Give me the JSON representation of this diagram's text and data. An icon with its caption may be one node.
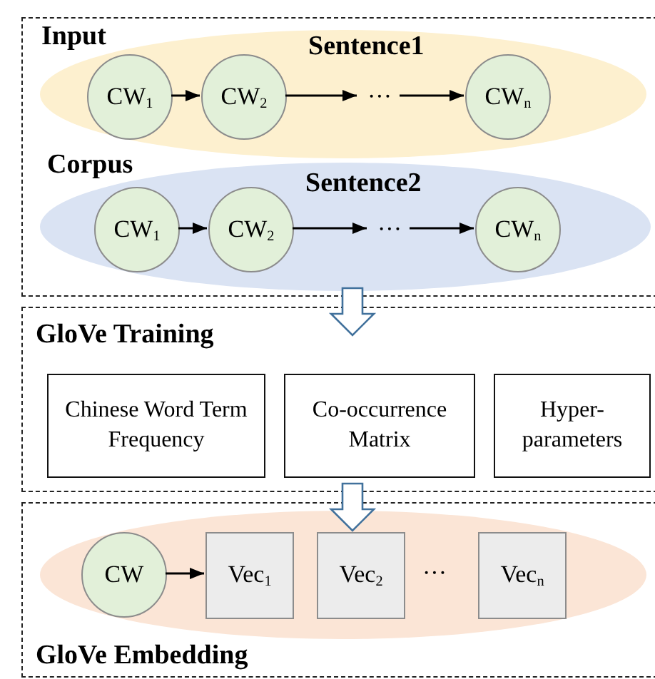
{
  "diagram": {
    "nodes": [
      {
        "text": [],
        "shape": "box"
      },
      {
        "text": [
          "Input",
          "Sentence1"
        ],
        "in": 0
      },
      {
        "text": [
          "CW$_{1}$"
        ],
        "in": 1
      },
      {
        "text": [
          "CW$_{2}$"
        ],
        "in": 1
      },
      {
        "text": [
          "···"
        ],
        "in": 1
      },
      {
        "text": [
          "CW$_{n}$"
        ],
        "in": 1
      },
      {
        "text": [
          "Corpus",
          "Sentence2"
        ],
        "in": 0
      },
      {
        "text": [
          "CW$_{1}$"
        ],
        "in": 6
      },
      {
        "text": [
          "CW$_{2}$"
        ],
        "in": 6
      },
      {
        "text": [
          "···"
        ],
        "in": 6
      },
      {
        "text": [
          "CW$_{n}$"
        ],
        "in": 6
      },
      {
        "text": [
          "GloVe Training"
        ]
      },
      {
        "text": [
          "Chinese Word Term Frequency"
        ],
        "in": 11
      },
      {
        "text": [
          "Co-occurrence Matrix"
        ],
        "in": 11
      },
      {
        "text": [
          "Hyper- parameters"
        ],
        "in": 11
      },
      {
        "text": [
          "GloVe Embedding"
        ]
      },
      {
        "text": [],
        "shape": "ellipse",
        "in": 15
      },
      {
        "text": [
          "CW"
        ],
        "in": 16
      },
      {
        "text": [
          "Vec$_{1}$"
        ],
        "in": 16
      },
      {
        "text": [
          "Vec$_{2}$"
        ],
        "in": 16
      },
      {
        "text": [
          "Vec$_{n}$"
        ],
        "in": 16
      }
    ],
    "edges": [
      {
        "from": 2,
        "to": 3,
        "arrow": "to"
      },
      {
        "from": 3,
        "to": 4,
        "arrow": "to"
      },
      {
        "from": 4,
        "to": 5,
        "arrow": "to"
      },
      {
        "from": 7,
        "to": 8,
        "arrow": "to"
      },
      {
        "from": 8,
        "to": 9,
        "arrow": "to"
      },
      {
        "from": 9,
        "to": 10,
        "arrow": "to"
      },
      {
        "from": 17,
        "to": 18,
        "arrow": "to"
      },
      {
        "from": 0,
        "to": 11,
        "arrow": "to",
        "style": "thick",
        "color": "#41719c"
      },
      {
        "from": 11,
        "to": 15,
        "arrow": "to",
        "style": "thick",
        "color": "#41719c"
      }
    ],
    "labels": [
      "···"
    ]
  }
}
